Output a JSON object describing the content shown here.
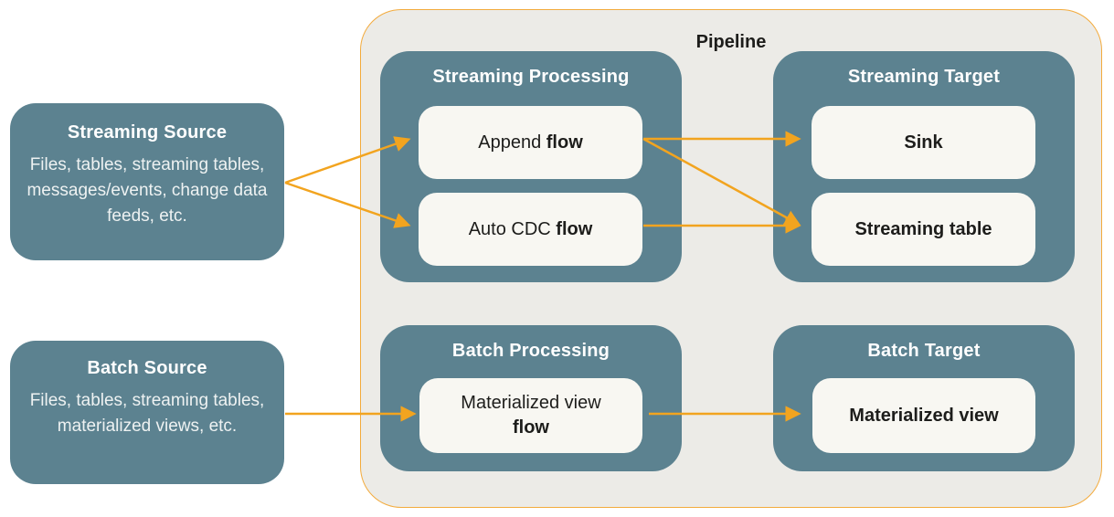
{
  "colors": {
    "box_teal": "#5C8290",
    "node_cream": "#F8F7F2",
    "pipeline_background": "#ECEBE7",
    "pipeline_border_orange": "#F3AB3D",
    "arrow_orange": "#F2A41F",
    "dark_text": "#1D1D1B",
    "light_text": "#FFFFFF"
  },
  "sources": {
    "streaming": {
      "title": "Streaming Source",
      "description": "Files, tables, streaming tables, messages/events, change data feeds, etc."
    },
    "batch": {
      "title": "Batch Source",
      "description": "Files, tables, streaming tables, materialized views, etc."
    }
  },
  "pipeline": {
    "title": "Pipeline",
    "streaming_processing": {
      "title": "Streaming Processing",
      "append_flow": {
        "text": "Append",
        "bold": "flow"
      },
      "auto_cdc_flow": {
        "text": "Auto CDC",
        "bold": "flow"
      }
    },
    "streaming_target": {
      "title": "Streaming Target",
      "sink": {
        "bold": "Sink"
      },
      "streaming_table": {
        "bold": "Streaming table"
      }
    },
    "batch_processing": {
      "title": "Batch Processing",
      "materialized_view_flow": {
        "text": "Materialized view",
        "bold": "flow"
      }
    },
    "batch_target": {
      "title": "Batch Target",
      "materialized_view": {
        "bold": "Materialized view"
      }
    }
  },
  "connections": [
    {
      "from": "Streaming Source",
      "to": "Append flow"
    },
    {
      "from": "Streaming Source",
      "to": "Auto CDC flow"
    },
    {
      "from": "Append flow",
      "to": "Sink"
    },
    {
      "from": "Append flow",
      "to": "Streaming table"
    },
    {
      "from": "Auto CDC flow",
      "to": "Streaming table"
    },
    {
      "from": "Batch Source",
      "to": "Materialized view flow"
    },
    {
      "from": "Materialized view flow",
      "to": "Materialized view"
    }
  ]
}
